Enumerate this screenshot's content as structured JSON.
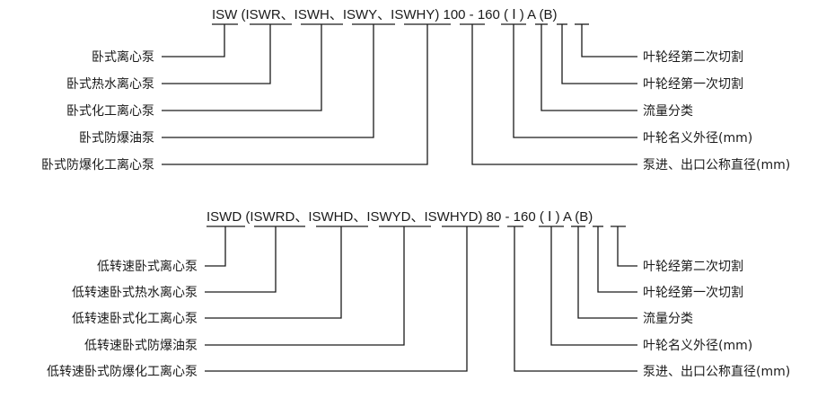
{
  "diagram_1": {
    "code_line": "ISW (ISWR、ISWH、ISWY、ISWHY) 100 - 160 ( Ⅰ ) A (B)",
    "left_labels": [
      "卧式离心泵",
      "卧式热水离心泵",
      "卧式化工离心泵",
      "卧式防爆油泵",
      "卧式防爆化工离心泵"
    ],
    "right_labels": [
      "叶轮经第二次切割",
      "叶轮经第一次切割",
      "流量分类",
      "叶轮名义外径(mm)",
      "泵进、出口公称直径(mm)"
    ]
  },
  "diagram_2": {
    "code_line": "ISWD (ISWRD、ISWHD、ISWYD、ISWHYD) 80 - 160 ( Ⅰ ) A (B)",
    "left_labels": [
      "低转速卧式离心泵",
      "低转速卧式热水离心泵",
      "低转速卧式化工离心泵",
      "低转速卧式防爆油泵",
      "低转速卧式防爆化工离心泵"
    ],
    "right_labels": [
      "叶轮经第二次切割",
      "叶轮经第一次切割",
      "流量分类",
      "叶轮名义外径(mm)",
      "泵进、出口公称直径(mm)"
    ]
  }
}
